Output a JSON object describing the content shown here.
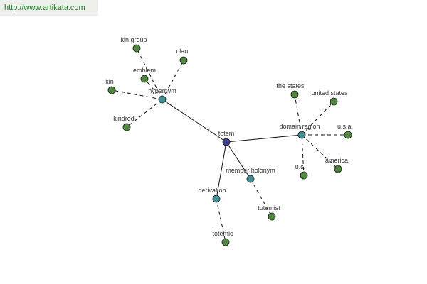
{
  "banner": {
    "url_text": "http://www.artikata.com"
  },
  "colors": {
    "center_node": "#3b3f8e",
    "relation_node": "#3f8f95",
    "leaf_node": "#4f8a3c",
    "edge": "#111111"
  },
  "graph": {
    "center": {
      "id": "totem",
      "label": "totem"
    },
    "relations": [
      {
        "id": "hypernym",
        "label": "hypernym",
        "children": [
          "kin group",
          "clan",
          "emblem",
          "kin",
          "kindred"
        ]
      },
      {
        "id": "domain-region",
        "label": "domain region",
        "children": [
          "the states",
          "united states",
          "u.s.a.",
          "america",
          "u.s."
        ]
      },
      {
        "id": "member-holonym",
        "label": "member holonym",
        "children": [
          "totemist"
        ]
      },
      {
        "id": "derivation",
        "label": "derivation",
        "children": [
          "totemic"
        ]
      }
    ]
  }
}
